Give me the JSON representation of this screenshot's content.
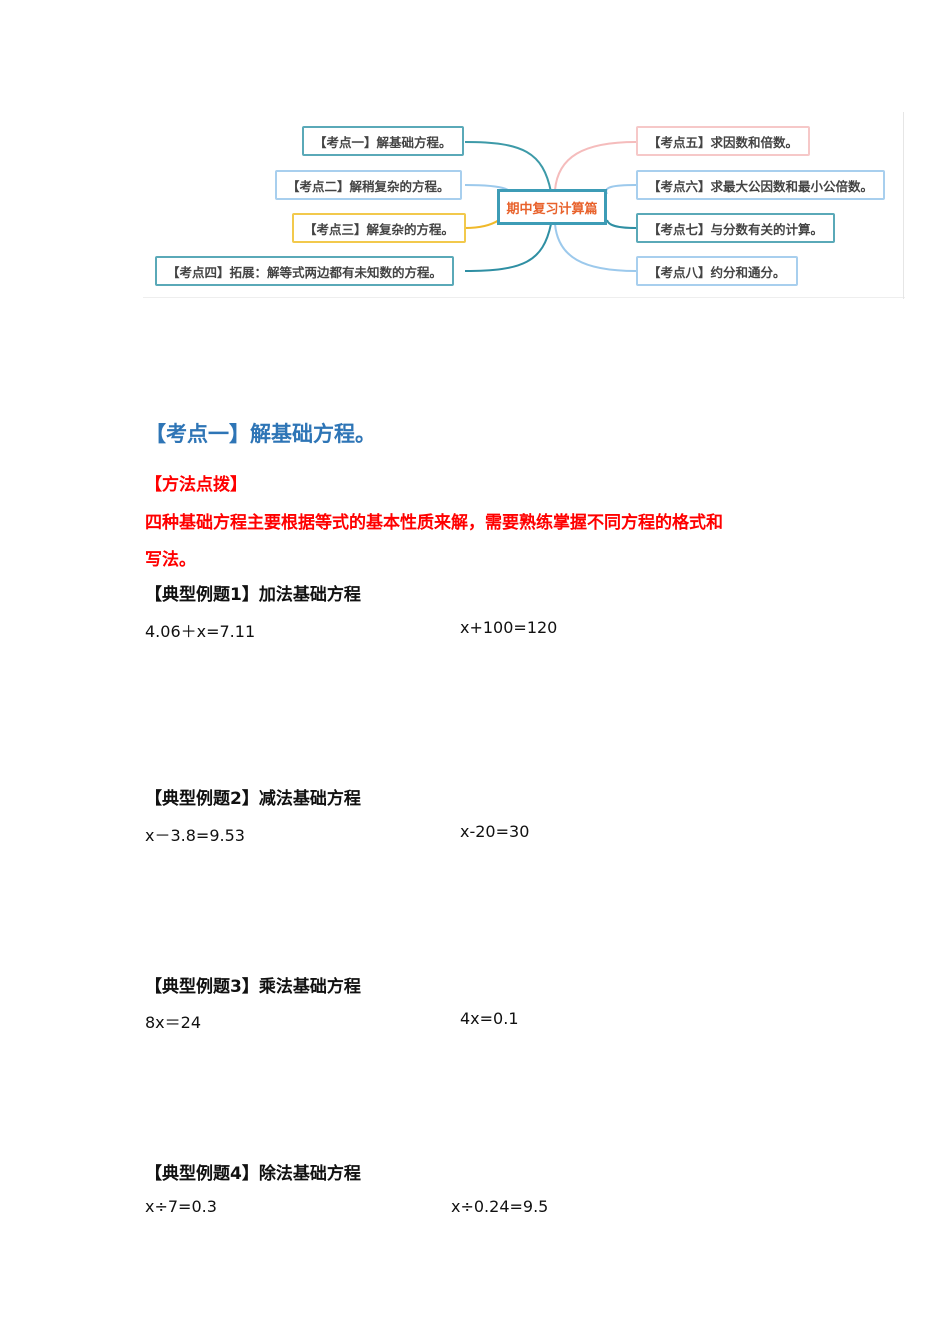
{
  "mindmap": {
    "center": "期中复习计算篇",
    "left_nodes": [
      {
        "label": "【考点一】解基础方程。",
        "color": "#5aa9b8",
        "line": "#3d9aa8"
      },
      {
        "label": "【考点二】解稍复杂的方程。",
        "color": "#a8cfee",
        "line": "#9cc9ec"
      },
      {
        "label": "【考点三】解复杂的方程。",
        "color": "#f2c94c",
        "line": "#f0b92a"
      },
      {
        "label": "【考点四】拓展：解等式两边都有未知数的方程。",
        "color": "#5aa9b8",
        "line": "#2f8fa3"
      }
    ],
    "right_nodes": [
      {
        "label": "【考点五】求因数和倍数。",
        "color": "#f6c8c8",
        "line": "#f5bcbc"
      },
      {
        "label": "【考点六】求最大公因数和最小公倍数。",
        "color": "#a8cfee",
        "line": "#9cc9ec"
      },
      {
        "label": "【考点七】与分数有关的计算。",
        "color": "#5aa9b8",
        "line": "#2f8fa3"
      },
      {
        "label": "【考点八】约分和通分。",
        "color": "#a8cfee",
        "line": "#9cc9ec"
      }
    ]
  },
  "section": {
    "title": "【考点一】解基础方程。",
    "method_heading": "【方法点拨】",
    "method_text_line1": "四种基础方程主要根据等式的基本性质来解，需要熟练掌握不同方程的格式和",
    "method_text_line2": "写法。"
  },
  "examples": [
    {
      "title": "【典型例题1】加法基础方程",
      "eq1": "4.06＋x=7.11",
      "eq2": "x+100=120"
    },
    {
      "title": "【典型例题2】减法基础方程",
      "eq1": "x－3.8=9.53",
      "eq2": "x-20=30"
    },
    {
      "title": "【典型例题3】乘法基础方程",
      "eq1": "8x＝24",
      "eq2": "4x=0.1"
    },
    {
      "title": "【典型例题4】除法基础方程",
      "eq1": "x÷7=0.3",
      "eq2": "x÷0.24=9.5"
    }
  ]
}
